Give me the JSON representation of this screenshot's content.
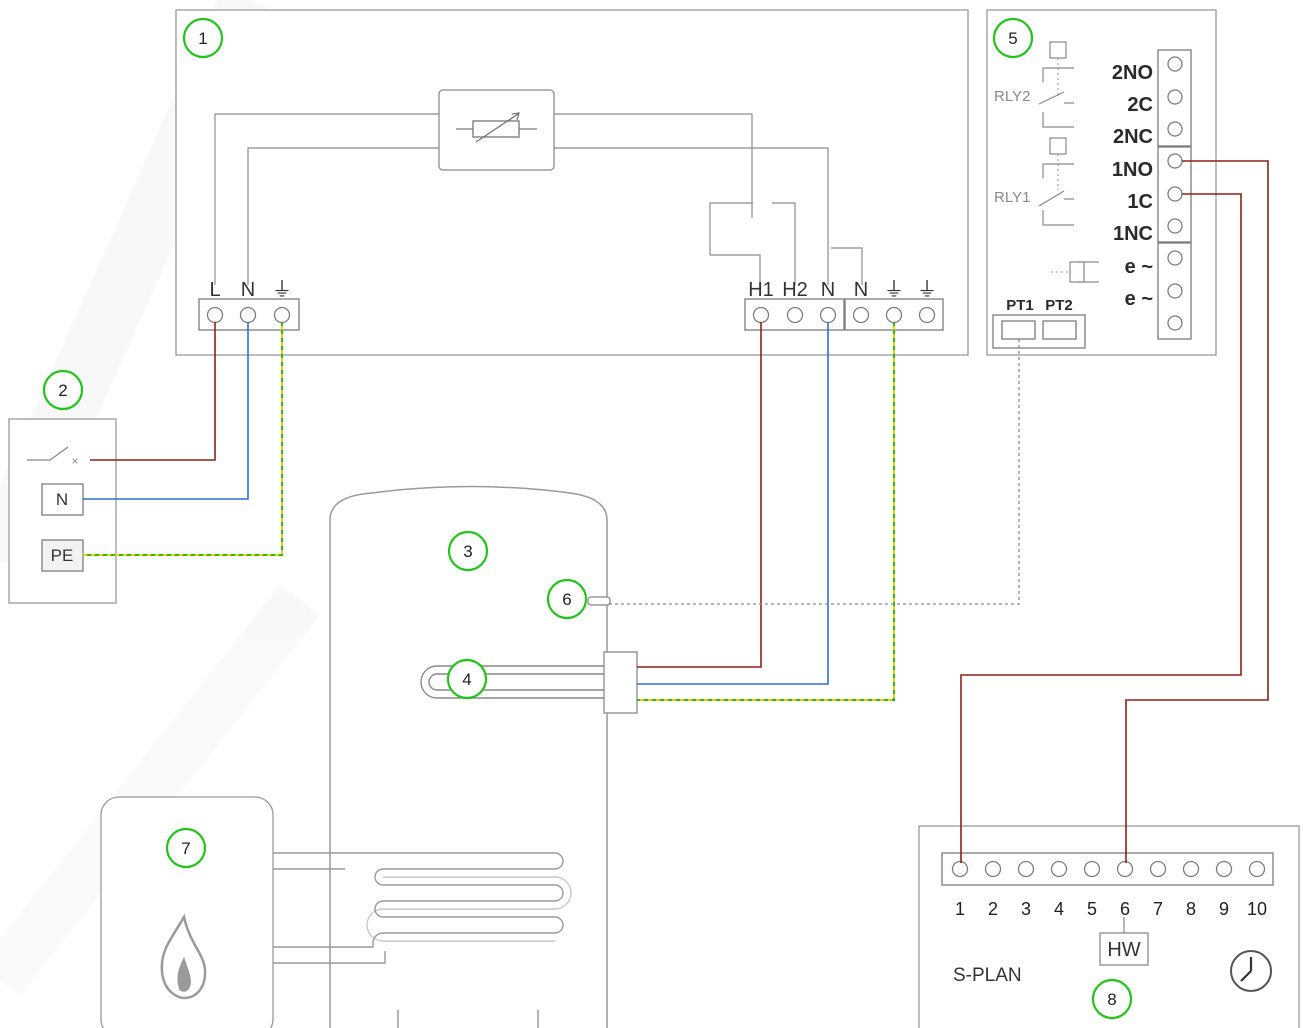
{
  "badges": [
    "1",
    "2",
    "3",
    "4",
    "5",
    "6",
    "7",
    "8"
  ],
  "unit1": {
    "supply_labels": [
      "L",
      "N",
      "⏚"
    ],
    "element_labels": [
      "H1",
      "H2",
      "N",
      "N",
      "⏚",
      "⏚"
    ]
  },
  "isolator": {
    "neutral_label": "N",
    "earth_label": "PE"
  },
  "relay_module": {
    "relay2_label": "RLY2",
    "relay1_label": "RLY1",
    "terminals": [
      "2NO",
      "2C",
      "2NC",
      "1NO",
      "1C",
      "1NC",
      "e ~",
      "e ~"
    ],
    "probe_labels": [
      "PT1",
      "PT2"
    ]
  },
  "programmer": {
    "terminal_numbers": [
      "1",
      "2",
      "3",
      "4",
      "5",
      "6",
      "7",
      "8",
      "9",
      "10"
    ],
    "hw_label": "HW",
    "system_label": "S-PLAN",
    "icons": [
      "clock-icon"
    ]
  },
  "boiler": {
    "icons": [
      "flame-icon"
    ]
  },
  "wire_colors": {
    "live": "#8c2318",
    "neutral": "#2f6fd6",
    "earth_yellow": "#d9d600",
    "earth_green": "#35b51c",
    "badge_outline": "#22c41c"
  }
}
